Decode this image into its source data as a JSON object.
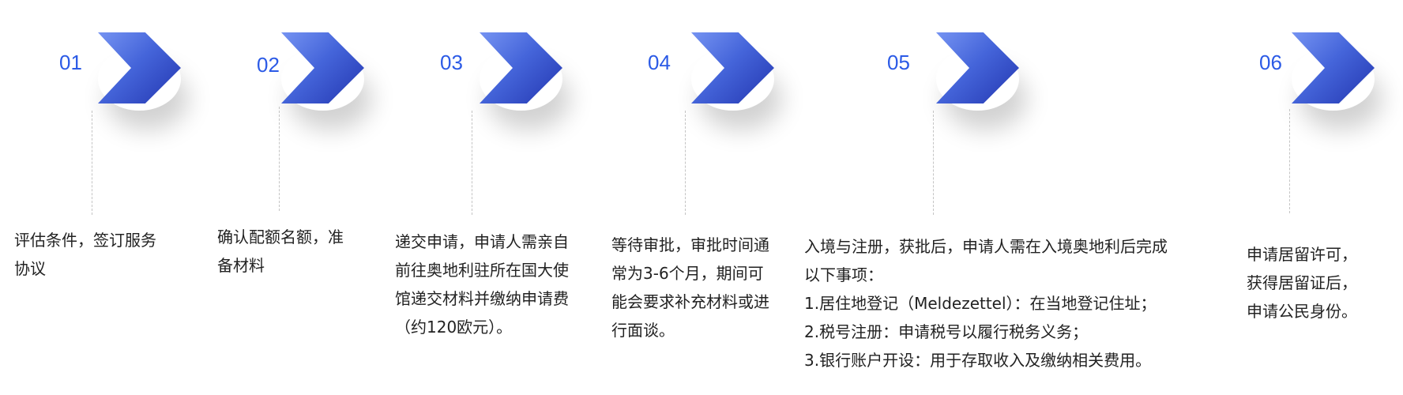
{
  "steps": [
    {
      "number": "01",
      "lines": [
        "评估条件，签订服务",
        "协议"
      ]
    },
    {
      "number": "02",
      "lines": [
        "确认配额名额，准",
        "备材料"
      ]
    },
    {
      "number": "03",
      "lines": [
        "递交申请，申请人需亲自",
        "前往奥地利驻所在国大使",
        "馆递交材料并缴纳申请费",
        "（约120欧元）。"
      ]
    },
    {
      "number": "04",
      "lines": [
        "等待审批，审批时间通",
        "常为3-6个月，期间可",
        "能会要求补充材料或进",
        "行面谈。"
      ]
    },
    {
      "number": "05",
      "lines": [
        "入境与注册，获批后，申请人需在入境奥地利后完成",
        "以下事项：",
        "1.居住地登记（Meldezettel）：在当地登记住址；",
        "2.税号注册：申请税号以履行税务义务；",
        "3.银行账户开设：用于存取收入及缴纳相关费用。"
      ]
    },
    {
      "number": "06",
      "lines": [
        "申请居留许可，",
        "获得居留证后，",
        "申请公民身份。"
      ]
    }
  ],
  "colors": {
    "number": "#2b5ae6",
    "chevron_light": "#7593f2",
    "chevron_dark": "#2336b0"
  }
}
